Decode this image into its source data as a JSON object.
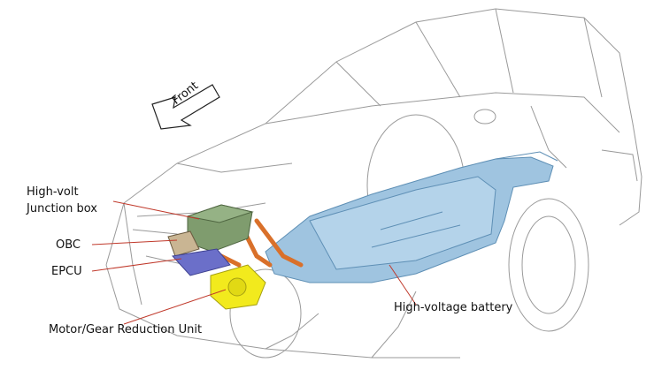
{
  "diagram": {
    "direction_label": "Front",
    "labels": {
      "junction_box_line1": "High-volt",
      "junction_box_line2": "Junction box",
      "obc": "OBC",
      "epcu": "EPCU",
      "motor": "Motor/Gear Reduction Unit",
      "battery": "High-voltage battery"
    },
    "colors": {
      "leader_line": "#c0392b",
      "car_outline": "#9a9a9a",
      "battery_fill": "#9fc4e0",
      "battery_edge": "#5e8fb5",
      "cable": "#d9702a",
      "motor_fill": "#f2ea1d",
      "junction_box": "#7f9c6e",
      "epcu": "#6b6fc9"
    }
  }
}
